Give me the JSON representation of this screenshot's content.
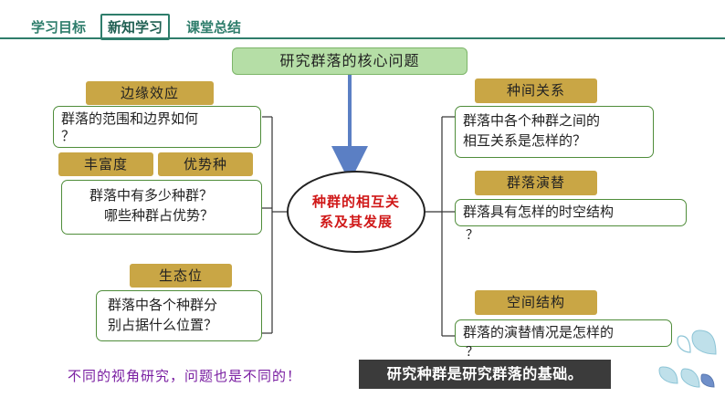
{
  "nav": {
    "items": [
      "学习目标",
      "新知学习",
      "课堂总结"
    ],
    "active_index": 1
  },
  "diagram": {
    "title": "研究群落的核心问题",
    "center": "种群的相互关系及其发展",
    "left": [
      {
        "tags": [
          "边缘效应"
        ],
        "question_lines": [
          "群落的范围和边界如何",
          "？"
        ]
      },
      {
        "tags": [
          "丰富度",
          "优势种"
        ],
        "question_lines": [
          "群落中有多少种群？",
          "哪些种群占优势？"
        ]
      },
      {
        "tags": [
          "生态位"
        ],
        "question_lines": [
          "群落中各个种群分",
          "别占据什么位置？"
        ]
      }
    ],
    "right": [
      {
        "tags": [
          "种间关系"
        ],
        "question_lines": [
          "群落中各个种群之间的",
          "相互关系是怎样的？"
        ]
      },
      {
        "tags": [
          "群落演替"
        ],
        "question_lines": [
          "群落具有怎样的时空结构",
          "？"
        ]
      },
      {
        "tags": [
          "空间结构"
        ],
        "question_lines": [
          "群落的演替情况是怎样的",
          "？"
        ]
      }
    ]
  },
  "footer": {
    "note": "不同的视角研究，问题也是不同的！",
    "highlight": "研究种群是研究群落的基础。"
  },
  "colors": {
    "accent": "#2e7d6b",
    "tag": "#c9a645",
    "box_border": "#4f8d3a",
    "title_fill": "#b5dea6",
    "center_text": "#d01818",
    "note_text": "#7a1fa2",
    "highlight_fill": "#3b3b3b",
    "deco": "#bfe0ea"
  }
}
